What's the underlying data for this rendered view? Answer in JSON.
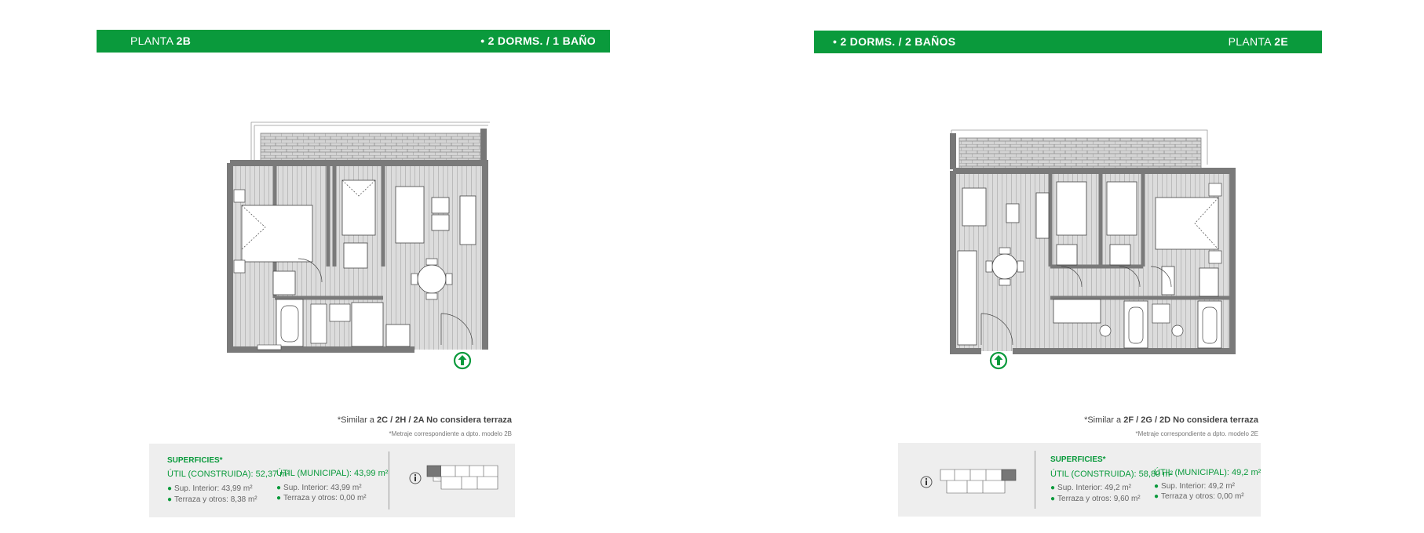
{
  "left": {
    "banner_plan_prefix": "PLANTA",
    "banner_plan_code": "2B",
    "banner_type": "• 2 DORMS. / 1 BAÑO",
    "note_prefix": "*Similar a",
    "note_bold": "2C / 2H / 2A No considera terraza",
    "subnote": "*Metraje correspondiente a dpto. modelo 2B",
    "sup_title": "SUPERFICIES*",
    "util_construida": "ÚTIL (CONSTRUIDA): 52,37 m²",
    "util_municipal": "ÚTIL (MUNICIPAL): 43,99 m²",
    "sup_interior_1": "Sup. Interior: 43,99 m²",
    "terraza_1": "Terraza y otros:  8,38 m²",
    "sup_interior_2": "Sup. Interior: 43,99 m²",
    "terraza_2": "Terraza y otros: 0,00 m²"
  },
  "right": {
    "banner_type": "• 2 DORMS. / 2 BAÑOS",
    "banner_plan_prefix": "PLANTA",
    "banner_plan_code": "2E",
    "note_prefix": "*Similar a",
    "note_bold": "2F / 2G / 2D No considera terraza",
    "subnote": "*Metraje correspondiente a dpto. modelo 2E",
    "sup_title": "SUPERFICIES*",
    "util_construida": "ÚTIL (CONSTRUIDA): 58,80 m²",
    "util_municipal": "ÚTIL (MUNICIPAL): 49,2 m²",
    "sup_interior_1": "Sup. Interior: 49,2 m²",
    "terraza_1": "Terraza y otros: 9,60 m²",
    "sup_interior_2": "Sup. Interior: 49,2 m²",
    "terraza_2": "Terraza y otros:  0,00 m²"
  },
  "icons": {
    "north_arrow": "north-arrow-icon",
    "info": "info-icon",
    "keyplan": "building-keyplan"
  },
  "colors": {
    "brand_green": "#0a9a3c",
    "wall_gray": "#7a7a7a",
    "panel_gray": "#eeeeee"
  }
}
